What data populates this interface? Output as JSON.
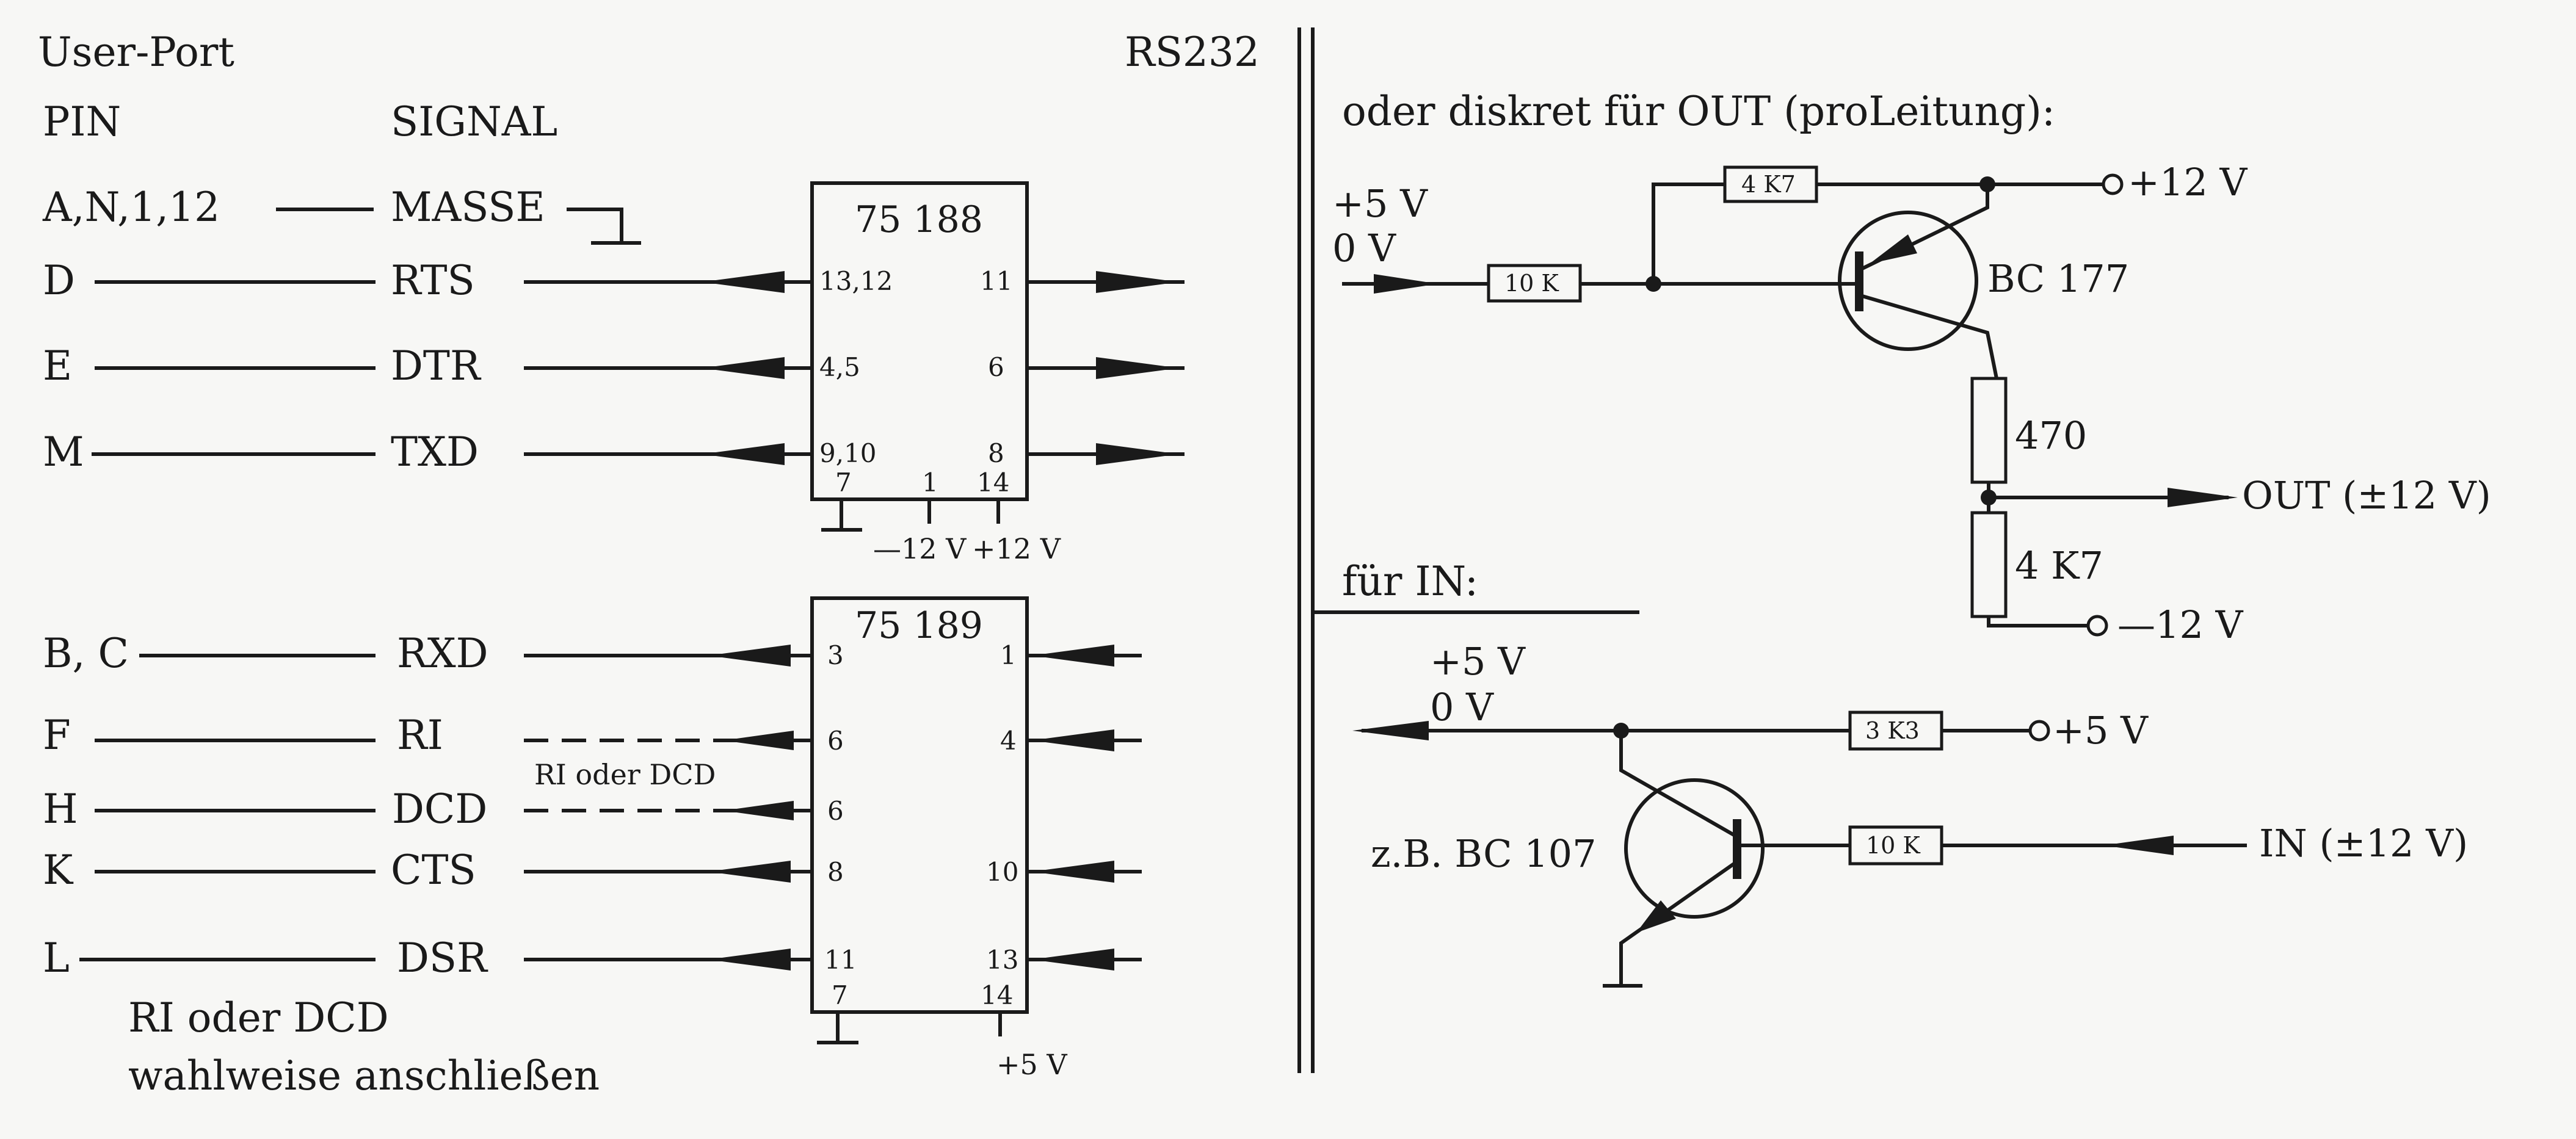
{
  "left": {
    "header_user_port": "User-Port",
    "header_pin": "PIN",
    "header_signal": "SIGNAL",
    "header_rs232": "RS232",
    "rows": [
      {
        "pin": "A,N,1,12",
        "signal": "MASSE"
      },
      {
        "pin": "D",
        "signal": "RTS"
      },
      {
        "pin": "E",
        "signal": "DTR"
      },
      {
        "pin": "M",
        "signal": "TXD"
      },
      {
        "pin": "B, C",
        "signal": "RXD"
      },
      {
        "pin": "F",
        "signal": "RI"
      },
      {
        "pin": "H",
        "signal": "DCD"
      },
      {
        "pin": "K",
        "signal": "CTS"
      },
      {
        "pin": "L",
        "signal": "DSR"
      }
    ],
    "ic1": {
      "name": "75 188",
      "pins_left": [
        "13,12",
        "4,5",
        "9,10"
      ],
      "pins_right": [
        "11",
        "6",
        "8"
      ],
      "pins_bottom": [
        "7",
        "1",
        "14"
      ],
      "supply_neg": "—12 V",
      "supply_pos": "+12 V"
    },
    "ic2": {
      "name": "75 189",
      "pins_left": [
        "3",
        "6",
        "6",
        "8",
        "11"
      ],
      "pins_right": [
        "1",
        "4",
        "10",
        "13"
      ],
      "pins_bottom": [
        "7",
        "14"
      ],
      "supply": "+5 V"
    },
    "ri_dcd_label": "RI oder DCD",
    "note_line1": "RI oder DCD",
    "note_line2": "wahlweise anschließen"
  },
  "right": {
    "title_out": "oder diskret für OUT (proLeitung):",
    "out": {
      "in_high": "+5 V",
      "in_low": "0 V",
      "r_base": "10 K",
      "r_bias": "4 K7",
      "supply_pos": "+12 V",
      "transistor": "BC 177",
      "r_collector": "470",
      "output": "OUT (±12 V)",
      "r_pulldown": "4 K7",
      "supply_neg": "—12 V"
    },
    "title_in": "für IN:",
    "in": {
      "out_high": "+5 V",
      "out_low": "0 V",
      "r_pullup": "3 K3",
      "supply": "+5 V",
      "transistor": "z.B. BC 107",
      "r_base": "10 K",
      "input": "IN (±12 V)"
    }
  }
}
